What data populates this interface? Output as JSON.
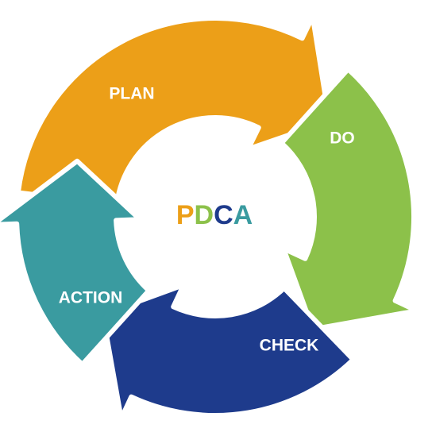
{
  "center": {
    "letters": [
      {
        "char": "P",
        "color": "#ec9f18"
      },
      {
        "char": "D",
        "color": "#8cc14a"
      },
      {
        "char": "C",
        "color": "#1e3b8c"
      },
      {
        "char": "A",
        "color": "#3a9ba0"
      }
    ]
  },
  "segments": [
    {
      "key": "plan",
      "label": "PLAN",
      "color": "#ec9f18"
    },
    {
      "key": "do",
      "label": "DO",
      "color": "#8cc14a"
    },
    {
      "key": "check",
      "label": "CHECK",
      "color": "#1e3b8c"
    },
    {
      "key": "action",
      "label": "ACTION",
      "color": "#3a9ba0"
    }
  ]
}
